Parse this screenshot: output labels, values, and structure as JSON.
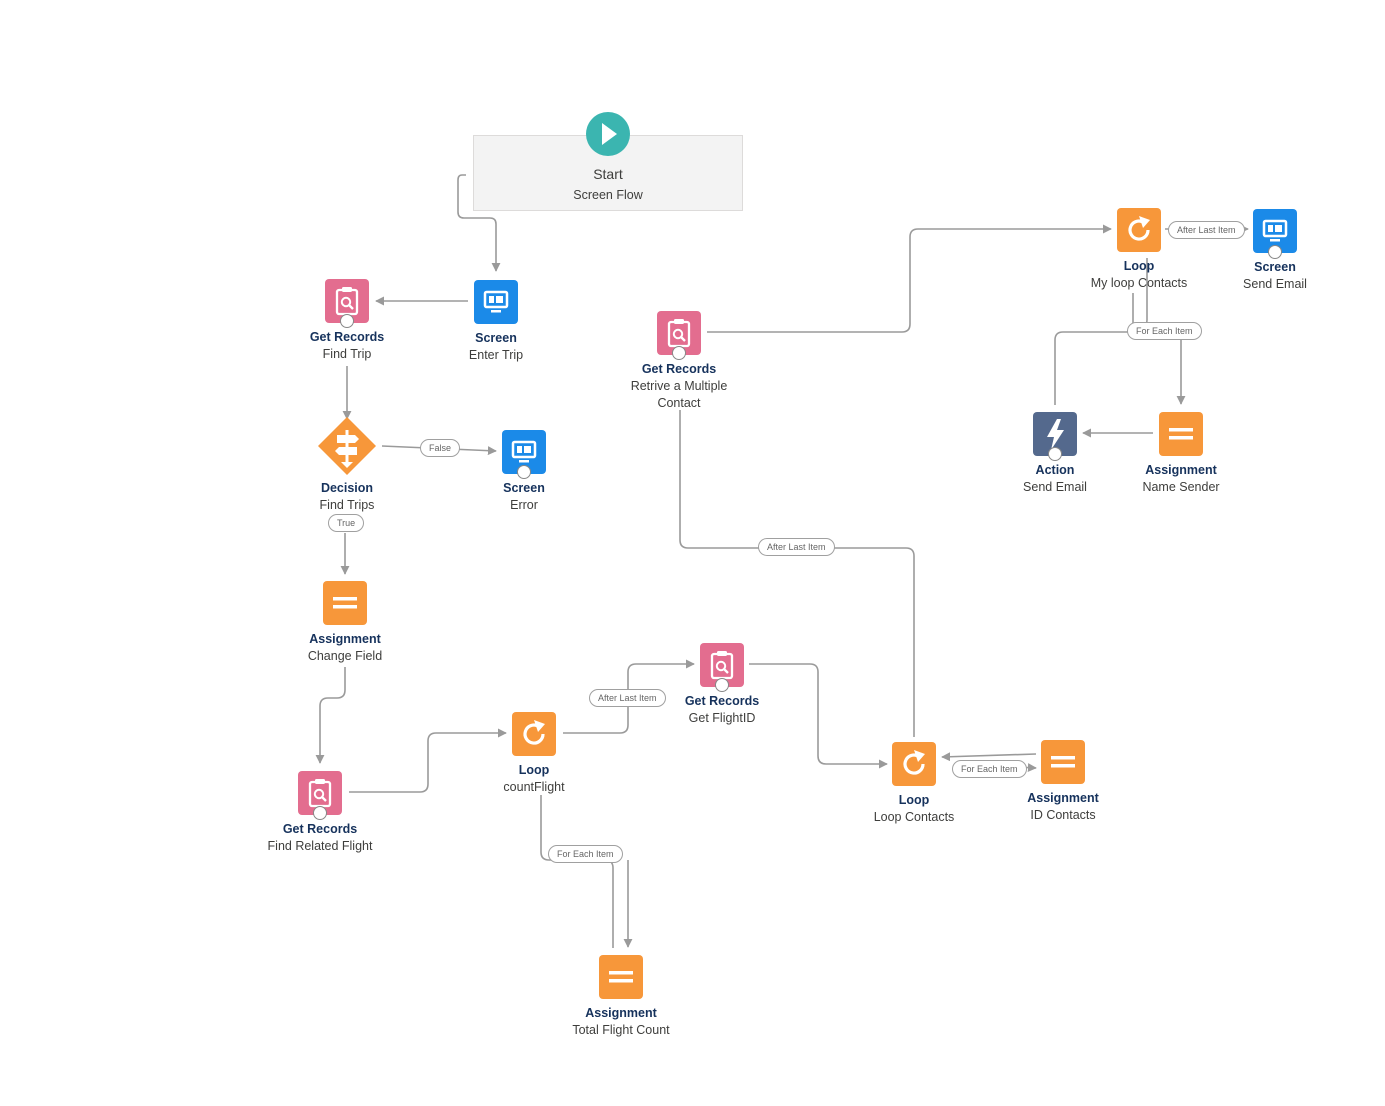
{
  "start": {
    "title": "Start",
    "subtitle": "Screen Flow"
  },
  "nodes": {
    "screen_enter_trip": {
      "type": "Screen",
      "label": "Enter Trip"
    },
    "get_find_trip": {
      "type": "Get Records",
      "label": "Find Trip"
    },
    "decision_find_trips": {
      "type": "Decision",
      "label": "Find Trips"
    },
    "screen_error": {
      "type": "Screen",
      "label": "Error"
    },
    "assign_change_field": {
      "type": "Assignment",
      "label": "Change Field"
    },
    "get_find_related_flight": {
      "type": "Get Records",
      "label": "Find Related Flight"
    },
    "loop_count_flight": {
      "type": "Loop",
      "label": "countFlight"
    },
    "get_flight_id": {
      "type": "Get Records",
      "label": "Get FlightID"
    },
    "assign_total_flight_count": {
      "type": "Assignment",
      "label": "Total Flight Count"
    },
    "get_retrive_contact": {
      "type": "Get Records",
      "label_line1": "Retrive a Multiple",
      "label_line2": "Contact"
    },
    "loop_loop_contacts": {
      "type": "Loop",
      "label": "Loop Contacts"
    },
    "assign_id_contacts": {
      "type": "Assignment",
      "label": "ID Contacts"
    },
    "loop_my_loop_contacts": {
      "type": "Loop",
      "label": "My loop Contacts"
    },
    "screen_send_email": {
      "type": "Screen",
      "label": "Send Email"
    },
    "action_send_email": {
      "type": "Action",
      "label": "Send Email"
    },
    "assign_name_sender": {
      "type": "Assignment",
      "label": "Name Sender"
    }
  },
  "edge_labels": {
    "false": "False",
    "true": "True",
    "after_last_item_1": "After Last Item",
    "for_each_item_1": "For Each Item",
    "after_last_item_2": "After Last Item",
    "for_each_item_2": "For Each Item",
    "after_last_item_3": "After Last Item",
    "for_each_item_3": "For Each Item"
  },
  "colors": {
    "start": "#3bb5b0",
    "screen": "#1b8ae8",
    "get_records": "#e36d8f",
    "decision": "#f7973a",
    "assignment": "#f7973a",
    "loop": "#f7973a",
    "action": "#54698d",
    "connector_line": "#9a9a9a"
  },
  "icons": {
    "start": "play-icon",
    "screen": "screen-icon",
    "get_records": "clipboard-search-icon",
    "decision": "signpost-icon",
    "assignment": "equals-icon",
    "loop": "loop-arrow-icon",
    "action": "lightning-icon"
  }
}
